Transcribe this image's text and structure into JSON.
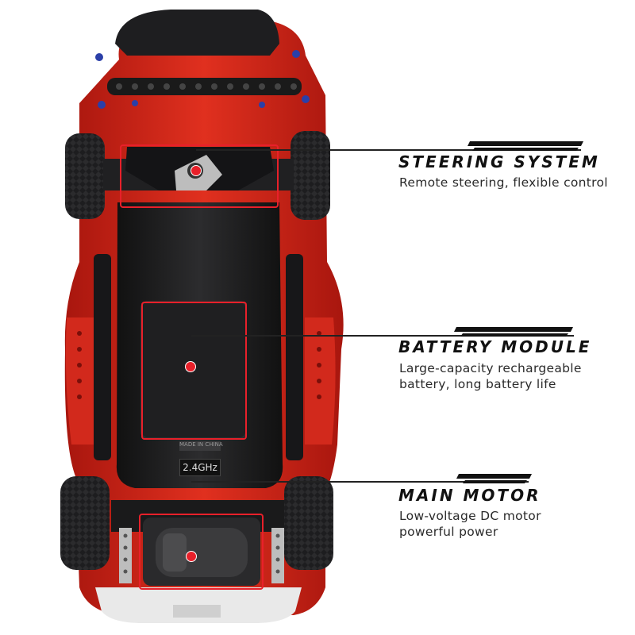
{
  "features": [
    {
      "title": "STEERING SYSTEM",
      "description_lines": [
        "Remote steering, flexible control"
      ]
    },
    {
      "title": "BATTERY MODULE",
      "description_lines": [
        "Large-capacity rechargeable",
        "battery, long battery life"
      ]
    },
    {
      "title": "MAIN MOTOR",
      "description_lines": [
        "Low-voltage DC motor",
        "powerful power"
      ]
    }
  ],
  "model_labels": {
    "frequency": "2.4GHz",
    "made_in": "MADE IN CHINA"
  },
  "colors": {
    "body_red": "#d92b1f",
    "chassis_black": "#1c1c1e",
    "highlight_red": "#e8202a",
    "text": "#111111"
  }
}
